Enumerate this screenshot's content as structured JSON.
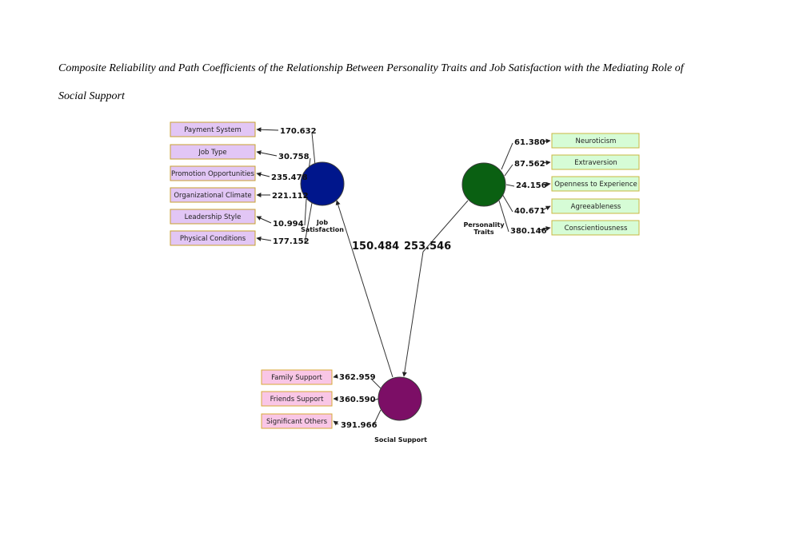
{
  "caption": {
    "line1": "Composite Reliability and Path Coefficients of the Relationship Between Personality Traits and Job Satisfaction with the Mediating Role of",
    "line2": "Social Support"
  },
  "colors": {
    "job_satisfaction": "#00168c",
    "personality_traits": "#0a6012",
    "social_support": "#7c0e66",
    "purple_box_fill": "#e2c6f5",
    "purple_box_border": "#c8a030",
    "green_box_fill": "#d6fcd6",
    "green_box_border": "#c8b840",
    "pink_box_fill": "#f9c6e6",
    "pink_box_border": "#d8a838"
  },
  "constructs": {
    "job_satisfaction": {
      "label_lines": [
        "Job",
        "Satisfaction"
      ],
      "indicators": [
        {
          "label": "Payment System",
          "value": "170.632"
        },
        {
          "label": "Job Type",
          "value": "30.758"
        },
        {
          "label": "Promotion Opportunities",
          "value": "235.478"
        },
        {
          "label": "Organizational Climate",
          "value": "221.112"
        },
        {
          "label": "Leadership Style",
          "value": "10.994"
        },
        {
          "label": "Physical Conditions",
          "value": "177.152"
        }
      ]
    },
    "personality_traits": {
      "label_lines": [
        "Personality",
        "Traits"
      ],
      "indicators": [
        {
          "label": "Neuroticism",
          "value": "61.380"
        },
        {
          "label": "Extraversion",
          "value": "87.562"
        },
        {
          "label": "Openness to Experience",
          "value": "24.156"
        },
        {
          "label": "Agreeableness",
          "value": "40.671"
        },
        {
          "label": "Conscientiousness",
          "value": "380.146"
        }
      ]
    },
    "social_support": {
      "label_lines": [
        "Social Support"
      ],
      "indicators": [
        {
          "label": "Family Support",
          "value": "362.959"
        },
        {
          "label": "Friends Support",
          "value": "360.590"
        },
        {
          "label": "Significant Others",
          "value": "391.966"
        }
      ]
    }
  },
  "paths": [
    {
      "from": "social_support",
      "to": "job_satisfaction",
      "value": "150.484"
    },
    {
      "from": "personality_traits",
      "to": "social_support",
      "value": "253.546"
    }
  ]
}
